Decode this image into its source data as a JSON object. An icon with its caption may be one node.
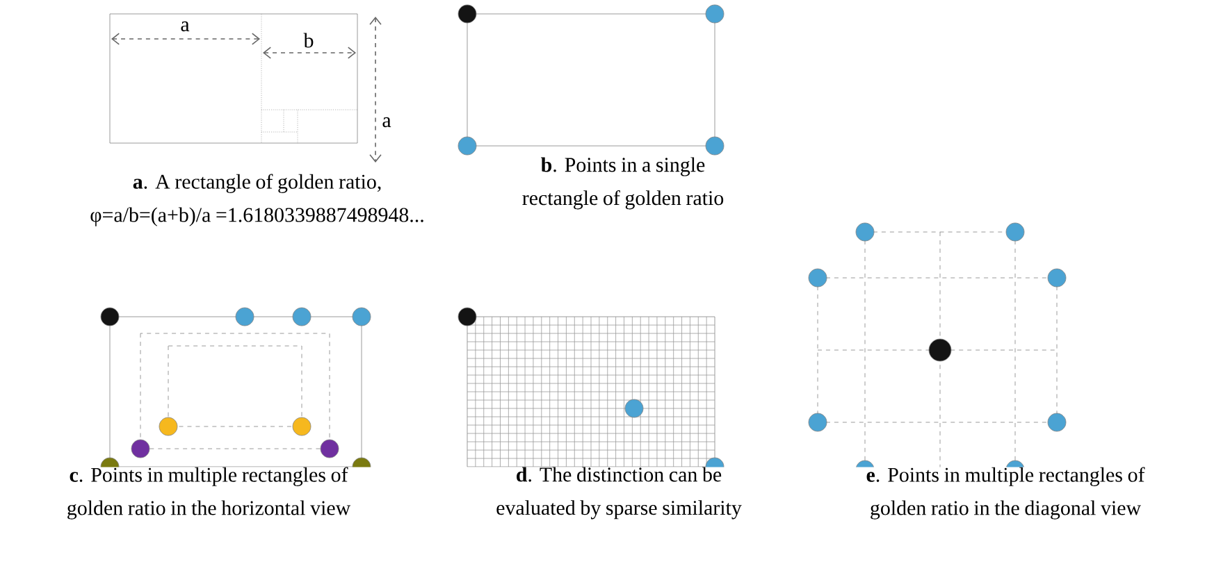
{
  "diagram": {
    "labels": [
      "a",
      "b",
      "a",
      "**a**. A rectangle of golden ratio, φ=a/b=(a+b)/a =1.6180339887498948...",
      "**b**. Points in a single rectangle of golden ratio",
      "**c**. Points in multiple rectangles of golden ratio in the horizontal view",
      "**d**. The distinction can be evaluated by sparse similarity",
      "**e**. Points in multiple rectangles of golden ratio in the diagonal view"
    ]
  }
}
